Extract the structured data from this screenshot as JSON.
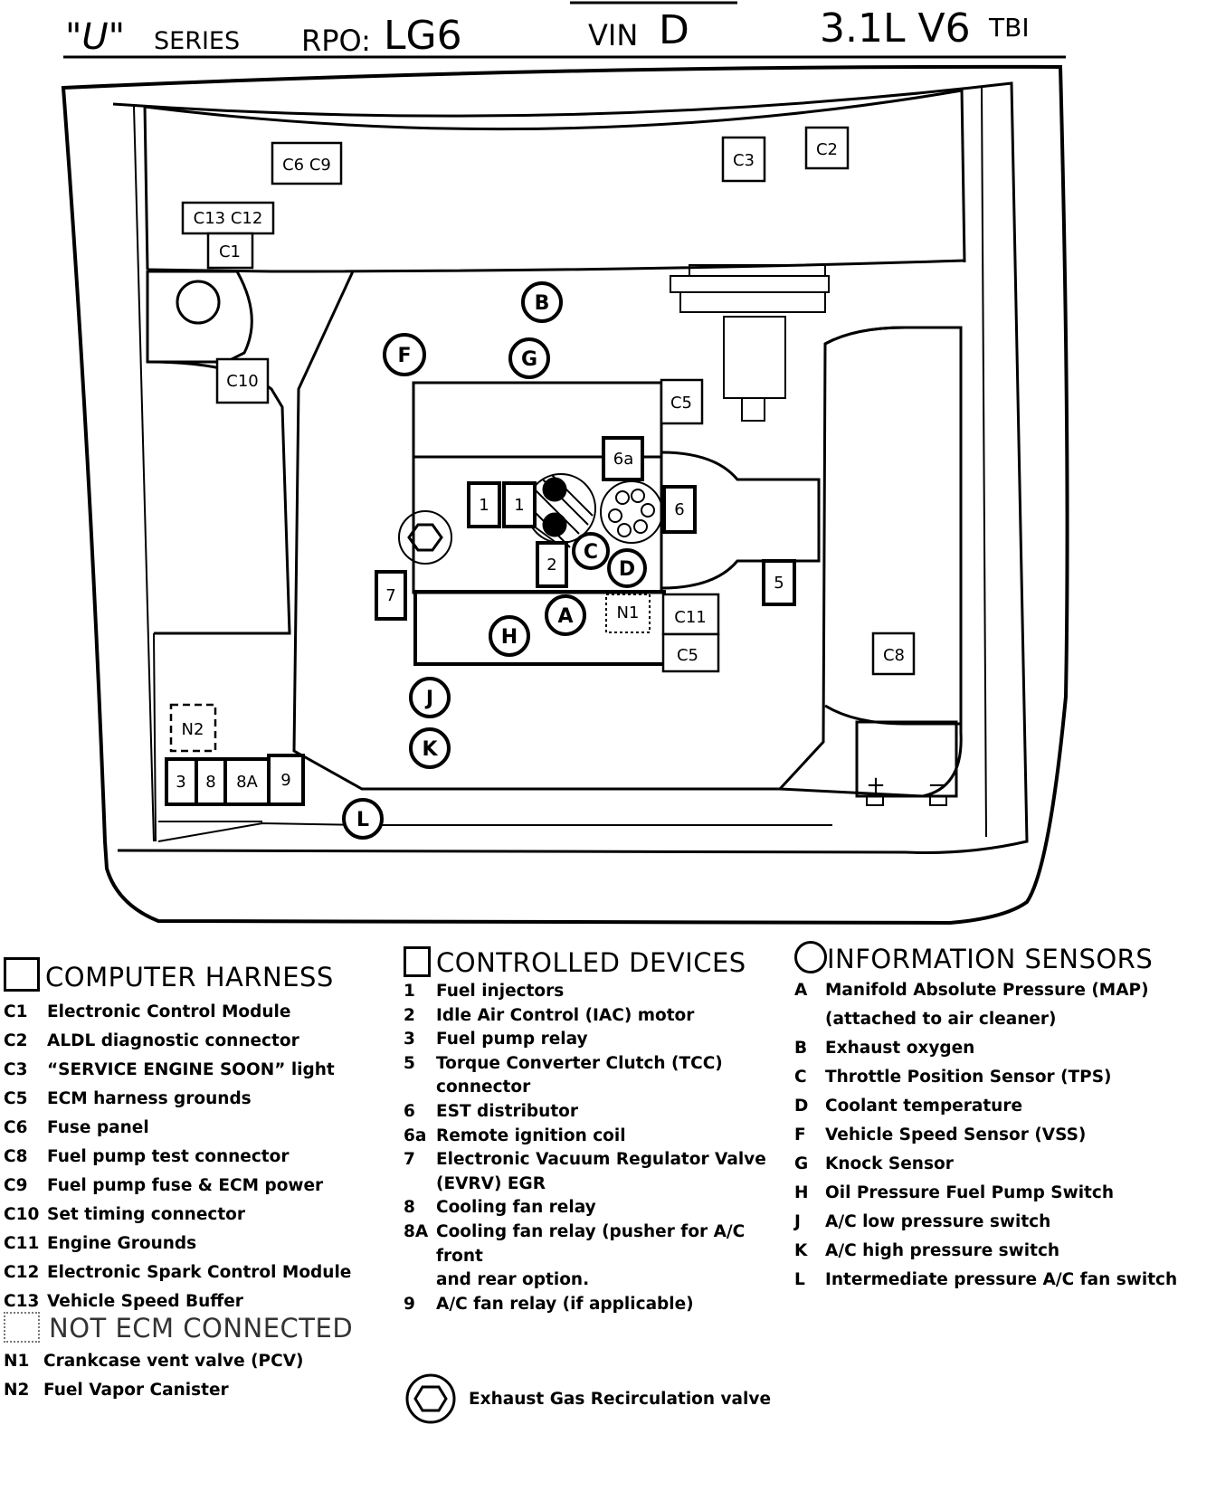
{
  "header": {
    "series": "\"U\"",
    "series_word": "SERIES",
    "rpo_label": "RPO:",
    "rpo_value": "LG6",
    "vin_label": "VIN",
    "vin_value": "D",
    "engine": "3.1L V6",
    "engine_suffix": "TBI"
  },
  "labels": {
    "c6c9": "C6 C9",
    "c3": "C3",
    "c2": "C2",
    "c13c12": "C13 C12",
    "c1": "C1",
    "c10": "C10",
    "c5_top": "C5",
    "c5_bottom": "C5",
    "c11": "C11",
    "c8": "C8",
    "d6a": "6a",
    "d1a": "1",
    "d1b": "1",
    "d2": "2",
    "d6": "6",
    "d7": "7",
    "d5": "5",
    "d3": "3",
    "d8": "8",
    "d8a": "8A",
    "d9": "9",
    "n1": "N1",
    "n2": "N2",
    "sA": "A",
    "sB": "B",
    "sC": "C",
    "sD": "D",
    "sF": "F",
    "sG": "G",
    "sH": "H",
    "sJ": "J",
    "sK": "K",
    "sL": "L",
    "battery_plus": "+",
    "battery_minus": "−"
  },
  "legend": {
    "harness": {
      "title": "COMPUTER HARNESS",
      "items": [
        {
          "code": "C1",
          "text": "Electronic Control Module"
        },
        {
          "code": "C2",
          "text": "ALDL diagnostic connector"
        },
        {
          "code": "C3",
          "text": "“SERVICE ENGINE SOON” light"
        },
        {
          "code": "C5",
          "text": "ECM harness grounds"
        },
        {
          "code": "C6",
          "text": "Fuse panel"
        },
        {
          "code": "C8",
          "text": "Fuel pump test connector"
        },
        {
          "code": "C9",
          "text": "Fuel pump fuse  & ECM power"
        },
        {
          "code": "C10",
          "text": "Set timing connector"
        },
        {
          "code": "C11",
          "text": "Engine Grounds"
        },
        {
          "code": "C12",
          "text": "Electronic Spark Control Module"
        },
        {
          "code": "C13",
          "text": "Vehicle Speed Buffer"
        }
      ]
    },
    "controlled": {
      "title": "CONTROLLED DEVICES",
      "items": [
        {
          "code": "1",
          "text": "Fuel injectors"
        },
        {
          "code": "2",
          "text": "Idle Air Control (IAC) motor"
        },
        {
          "code": "3",
          "text": "Fuel pump relay"
        },
        {
          "code": "5",
          "text": "Torque Converter Clutch (TCC)"
        },
        {
          "code": "",
          "text": "connector"
        },
        {
          "code": "6",
          "text": "EST distributor"
        },
        {
          "code": "6a",
          "text": "Remote ignition coil"
        },
        {
          "code": "7",
          "text": "Electronic Vacuum Regulator Valve"
        },
        {
          "code": "",
          "text": "(EVRV) EGR"
        },
        {
          "code": "8",
          "text": "Cooling fan relay"
        },
        {
          "code": "8A",
          "text": "Cooling fan relay (pusher for A/C front"
        },
        {
          "code": "",
          "text": "and rear option."
        },
        {
          "code": "9",
          "text": "A/C fan relay (if applicable)"
        }
      ]
    },
    "sensors": {
      "title": "INFORMATION SENSORS",
      "items": [
        {
          "code": "A",
          "text": "Manifold Absolute Pressure (MAP)"
        },
        {
          "code": "",
          "text": "(attached to air cleaner)"
        },
        {
          "code": "B",
          "text": "Exhaust oxygen"
        },
        {
          "code": "C",
          "text": "Throttle Position Sensor (TPS)"
        },
        {
          "code": "D",
          "text": "Coolant temperature"
        },
        {
          "code": "F",
          "text": "Vehicle Speed Sensor (VSS)"
        },
        {
          "code": "G",
          "text": "Knock Sensor"
        },
        {
          "code": "H",
          "text": "Oil Pressure Fuel Pump Switch"
        },
        {
          "code": "J",
          "text": "A/C low pressure switch"
        },
        {
          "code": "K",
          "text": "A/C high pressure switch"
        },
        {
          "code": "L",
          "text": "Intermediate pressure A/C fan switch"
        }
      ]
    },
    "not_ecm": {
      "title": "NOT ECM CONNECTED",
      "items": [
        {
          "code": "N1",
          "text": "Crankcase vent valve (PCV)"
        },
        {
          "code": "N2",
          "text": "Fuel Vapor Canister"
        }
      ]
    },
    "egr": {
      "text": "Exhaust Gas Recirculation valve"
    }
  }
}
